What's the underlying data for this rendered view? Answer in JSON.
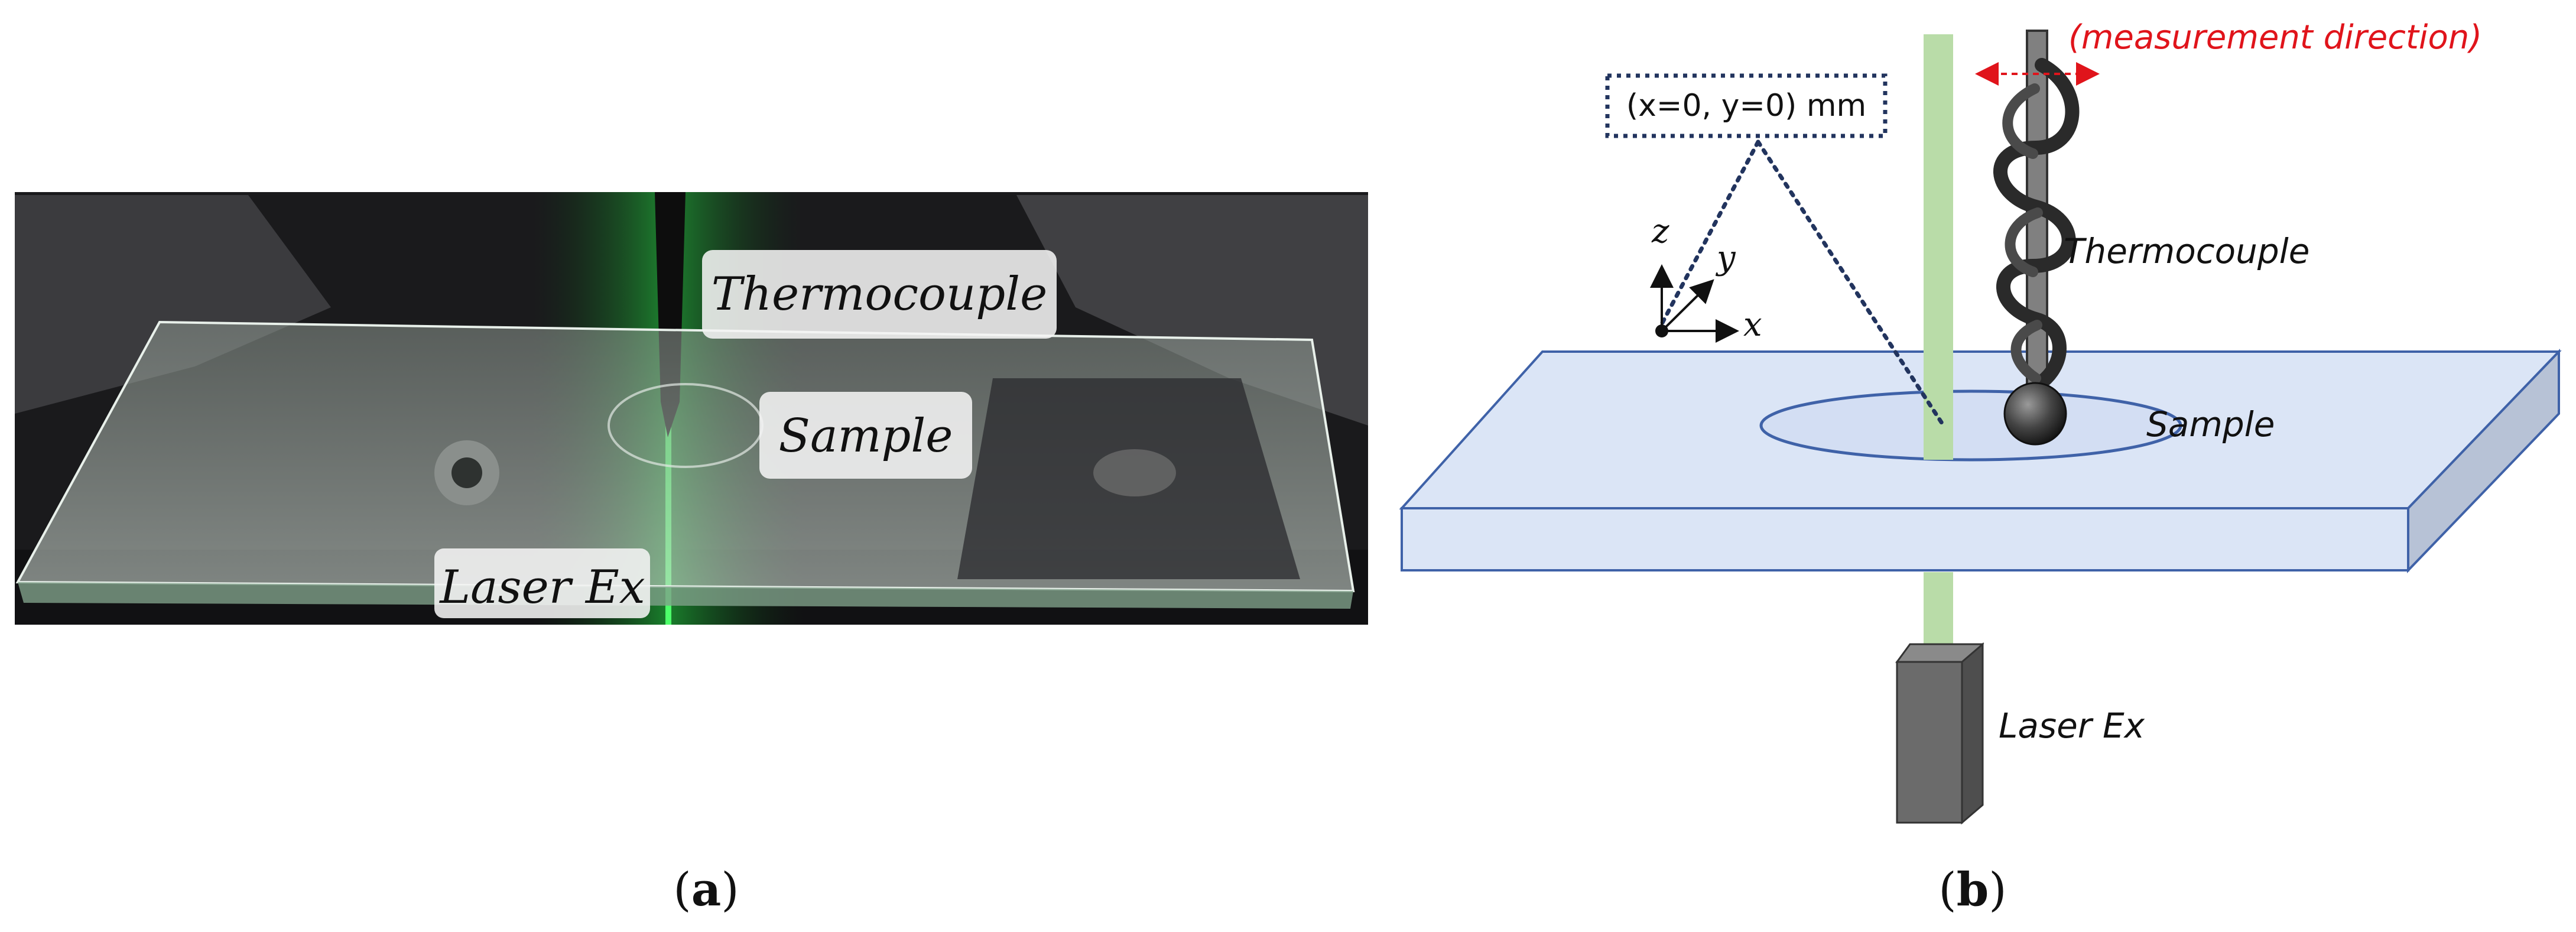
{
  "panel_a": {
    "labels": {
      "thermocouple": "Thermocouple",
      "sample": "Sample",
      "laser": "Laser Ex"
    },
    "caption_letter": "a"
  },
  "panel_b": {
    "coordinate_label": "(x=0, y=0) mm",
    "axes": {
      "z": "z",
      "y": "y",
      "x": "x"
    },
    "measurement_direction": "(measurement direction)",
    "labels": {
      "thermocouple": "Thermocouple",
      "sample": "Sample",
      "laser": "Laser Ex"
    },
    "caption_letter": "b"
  },
  "colors": {
    "laser_beam": "#b9dca8",
    "slab_fill": "#dbe5f6",
    "slab_edge": "#3f62a8",
    "laser_box": "#6b6b6b",
    "measurement_arrow": "#e0141b",
    "dotted_line": "#22345e",
    "thermocouple_wire": "#2a2a2a"
  }
}
